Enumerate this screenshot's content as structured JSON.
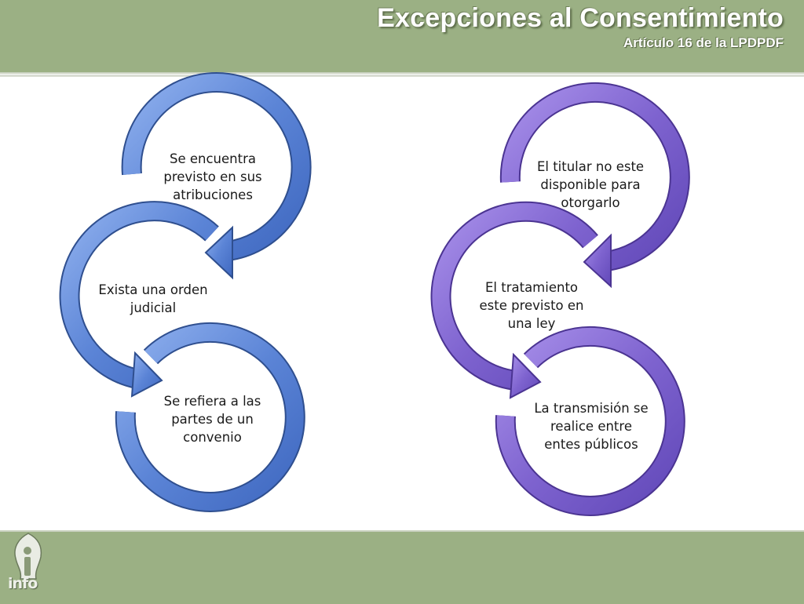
{
  "header": {
    "title": "Excepciones al Consentimiento",
    "subtitle": "Artículo 16 de la LPDPDF"
  },
  "diagram": {
    "left_group": {
      "color": "#5b84d6",
      "items": [
        "Se encuentra previsto en sus atribuciones",
        "Exista una orden judicial",
        "Se refiera a las partes de un convenio"
      ]
    },
    "right_group": {
      "color": "#7e63cf",
      "items": [
        "El titular no este disponible para otorgarlo",
        "El tratamiento este previsto en una ley",
        "La transmisión se realice entre entes públicos"
      ]
    }
  },
  "footer": {
    "logo_text": "info"
  }
}
